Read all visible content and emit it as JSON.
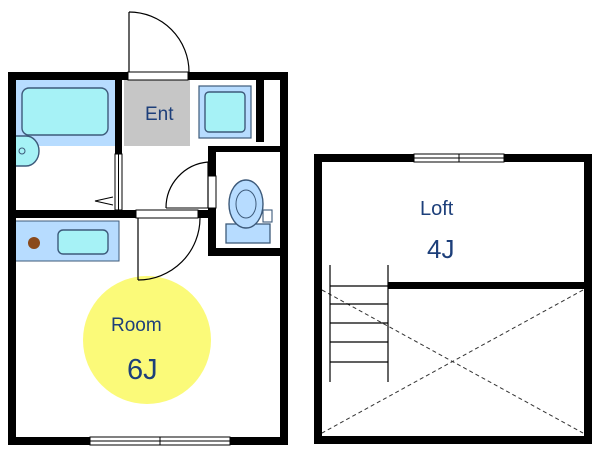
{
  "floor_plan": {
    "labels": {
      "entrance": "Ent",
      "room": "Room",
      "room_size": "6J",
      "loft": "Loft",
      "loft_size": "4J"
    },
    "colors": {
      "wall": "#000000",
      "fixture_fill": "#b7dcff",
      "fixture_inner": "#a6f2f6",
      "entrance_floor": "#c6c6c6",
      "room_highlight": "#fbfa79",
      "stove_burner": "#8a4a1c",
      "label_text": "#1d3f7a"
    },
    "icons": [
      "bathtub-icon",
      "sink-icon",
      "washing-machine-icon",
      "toilet-icon",
      "kitchen-counter-icon",
      "stove-burner-icon",
      "ladder-icon"
    ]
  }
}
